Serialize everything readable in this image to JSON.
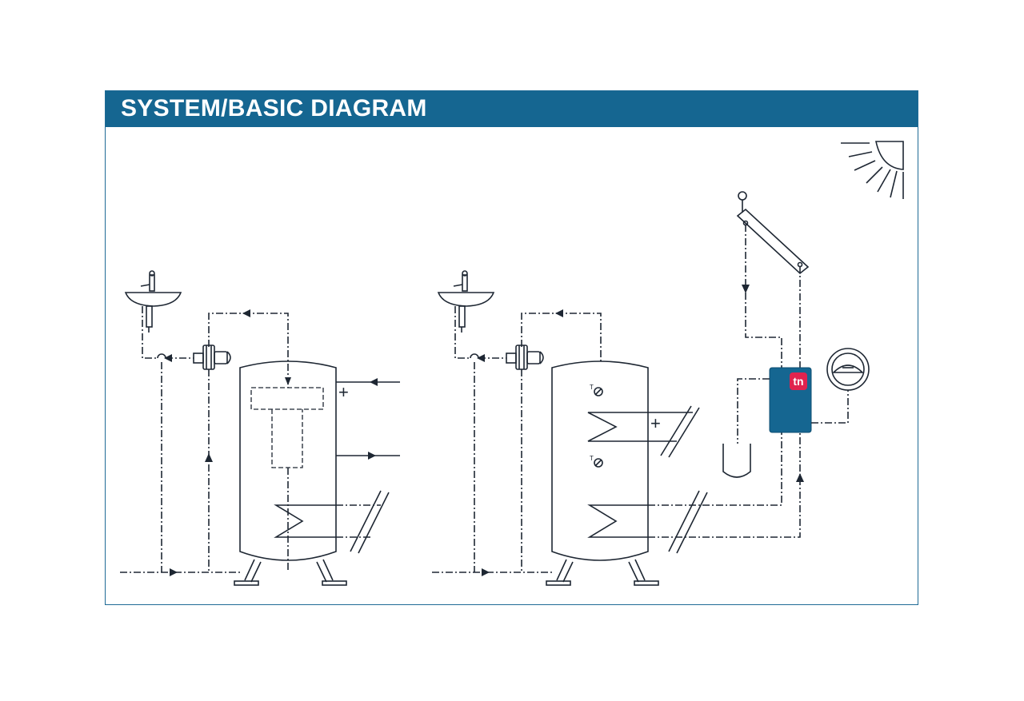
{
  "header": {
    "title": "SYSTEM/BASIC DIAGRAM",
    "background_color": "#156691",
    "text_color": "#ffffff"
  },
  "diagram": {
    "line_color": "#1e2733",
    "systems": [
      {
        "id": "left-system",
        "components": [
          "washbasin",
          "mixing-valve",
          "storage-tank",
          "internal-pipe",
          "heat-exchanger-coil",
          "cold-water-inlet",
          "hot-water-outlet",
          "feed-line",
          "return-line",
          "circulation-line"
        ]
      },
      {
        "id": "right-system",
        "components": [
          "washbasin",
          "mixing-valve",
          "storage-tank",
          "upper-coil",
          "lower-coil",
          "temperature-sensor-upper",
          "temperature-sensor-lower",
          "cold-water-inlet",
          "circulation-line"
        ]
      }
    ],
    "solar": {
      "components": [
        "sun",
        "solar-collector",
        "controller",
        "pump-station",
        "expansion-vessel",
        "pressure-gauge"
      ],
      "controller_logo": "tn",
      "controller_color": "#156691",
      "logo_color": "#e0234e"
    },
    "symbols": {
      "plus": "+",
      "sensor_label": "T"
    }
  }
}
